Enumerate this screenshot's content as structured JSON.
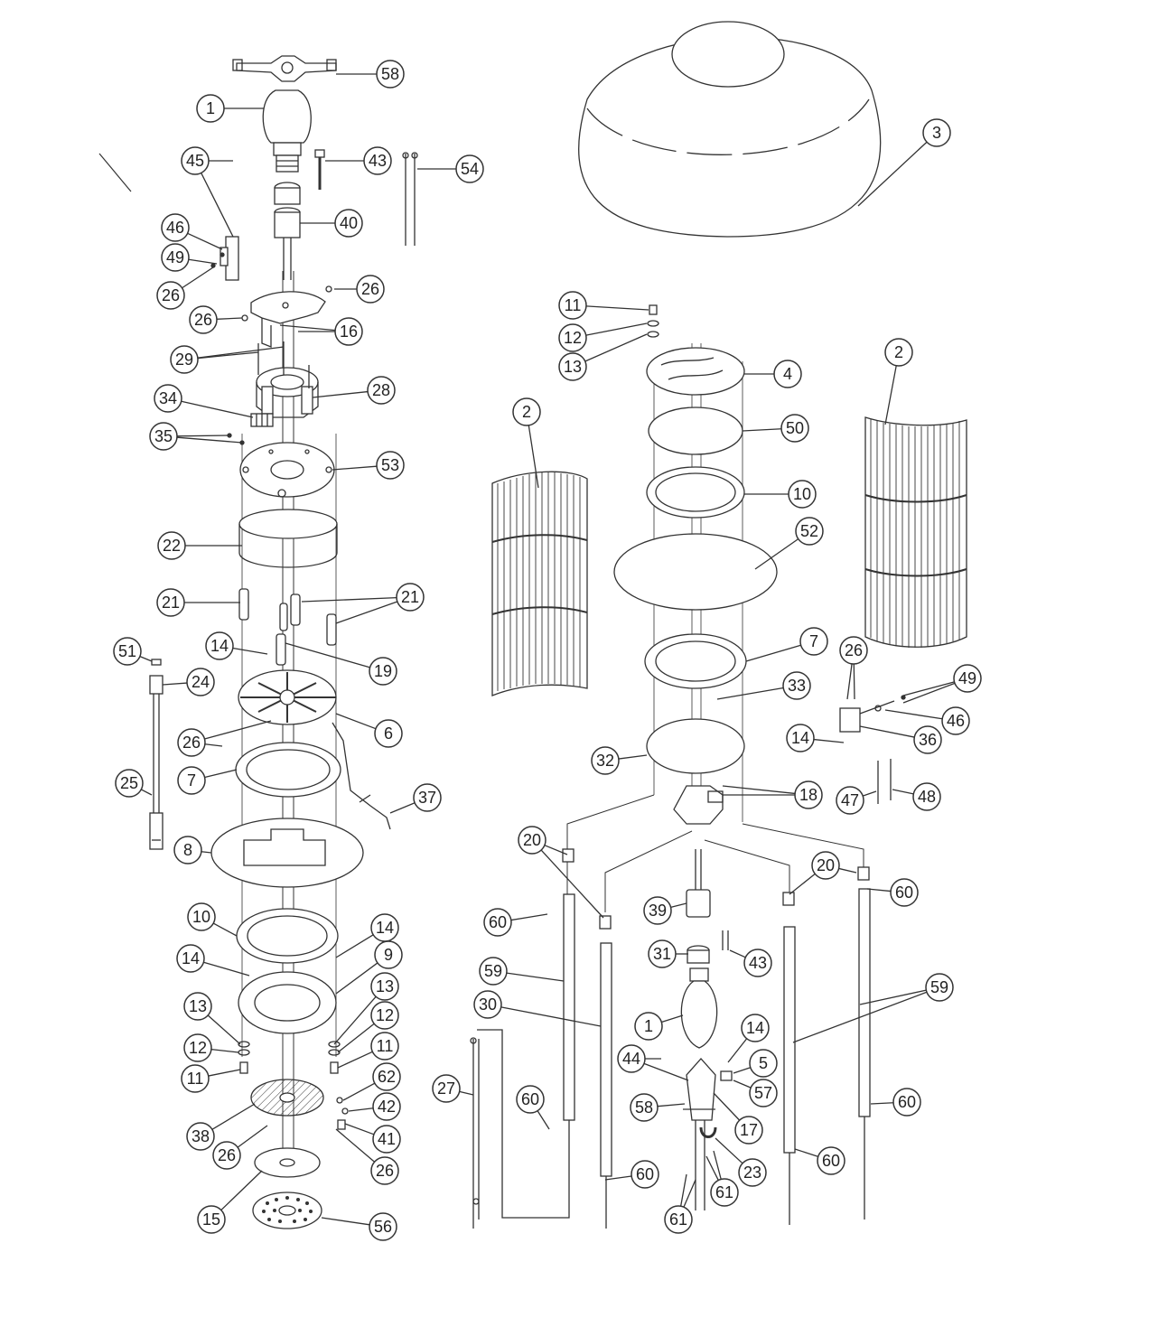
{
  "diagram": {
    "type": "exploded-parts-diagram",
    "line_color": "#333333",
    "background": "#ffffff",
    "callouts": [
      {
        "id": "c58a",
        "label": "58"
      },
      {
        "id": "c1a",
        "label": "1"
      },
      {
        "id": "c43a",
        "label": "43"
      },
      {
        "id": "c54",
        "label": "54"
      },
      {
        "id": "c45",
        "label": "45"
      },
      {
        "id": "c40",
        "label": "40"
      },
      {
        "id": "c46a",
        "label": "46"
      },
      {
        "id": "c49a",
        "label": "49"
      },
      {
        "id": "c26a",
        "label": "26"
      },
      {
        "id": "c26b",
        "label": "26"
      },
      {
        "id": "c26c",
        "label": "26"
      },
      {
        "id": "c16",
        "label": "16"
      },
      {
        "id": "c29",
        "label": "29"
      },
      {
        "id": "c28",
        "label": "28"
      },
      {
        "id": "c34",
        "label": "34"
      },
      {
        "id": "c35",
        "label": "35"
      },
      {
        "id": "c53",
        "label": "53"
      },
      {
        "id": "c22",
        "label": "22"
      },
      {
        "id": "c21a",
        "label": "21"
      },
      {
        "id": "c21b",
        "label": "21"
      },
      {
        "id": "c14a",
        "label": "14"
      },
      {
        "id": "c19",
        "label": "19"
      },
      {
        "id": "c51",
        "label": "51"
      },
      {
        "id": "c24",
        "label": "24"
      },
      {
        "id": "c26d",
        "label": "26"
      },
      {
        "id": "c6",
        "label": "6"
      },
      {
        "id": "c25",
        "label": "25"
      },
      {
        "id": "c7a",
        "label": "7"
      },
      {
        "id": "c37",
        "label": "37"
      },
      {
        "id": "c8",
        "label": "8"
      },
      {
        "id": "c10a",
        "label": "10"
      },
      {
        "id": "c14b",
        "label": "14"
      },
      {
        "id": "c14c",
        "label": "14"
      },
      {
        "id": "c9",
        "label": "9"
      },
      {
        "id": "c13a",
        "label": "13"
      },
      {
        "id": "c13b",
        "label": "13"
      },
      {
        "id": "c12a",
        "label": "12"
      },
      {
        "id": "c12b",
        "label": "12"
      },
      {
        "id": "c11a",
        "label": "11"
      },
      {
        "id": "c11b",
        "label": "11"
      },
      {
        "id": "c62",
        "label": "62"
      },
      {
        "id": "c42",
        "label": "42"
      },
      {
        "id": "c38",
        "label": "38"
      },
      {
        "id": "c41",
        "label": "41"
      },
      {
        "id": "c26e",
        "label": "26"
      },
      {
        "id": "c26f",
        "label": "26"
      },
      {
        "id": "c15",
        "label": "15"
      },
      {
        "id": "c56",
        "label": "56"
      },
      {
        "id": "c3",
        "label": "3"
      },
      {
        "id": "c11c",
        "label": "11"
      },
      {
        "id": "c12c",
        "label": "12"
      },
      {
        "id": "c13c",
        "label": "13"
      },
      {
        "id": "c4",
        "label": "4"
      },
      {
        "id": "c50",
        "label": "50"
      },
      {
        "id": "c2a",
        "label": "2"
      },
      {
        "id": "c2b",
        "label": "2"
      },
      {
        "id": "c10b",
        "label": "10"
      },
      {
        "id": "c52",
        "label": "52"
      },
      {
        "id": "c7b",
        "label": "7"
      },
      {
        "id": "c26g",
        "label": "26"
      },
      {
        "id": "c49b",
        "label": "49"
      },
      {
        "id": "c33",
        "label": "33"
      },
      {
        "id": "c46b",
        "label": "46"
      },
      {
        "id": "c14d",
        "label": "14"
      },
      {
        "id": "c36",
        "label": "36"
      },
      {
        "id": "c32",
        "label": "32"
      },
      {
        "id": "c18",
        "label": "18"
      },
      {
        "id": "c47",
        "label": "47"
      },
      {
        "id": "c48",
        "label": "48"
      },
      {
        "id": "c20a",
        "label": "20"
      },
      {
        "id": "c20b",
        "label": "20"
      },
      {
        "id": "c60a",
        "label": "60"
      },
      {
        "id": "c60b",
        "label": "60"
      },
      {
        "id": "c39",
        "label": "39"
      },
      {
        "id": "c31",
        "label": "31"
      },
      {
        "id": "c43b",
        "label": "43"
      },
      {
        "id": "c59a",
        "label": "59"
      },
      {
        "id": "c59b",
        "label": "59"
      },
      {
        "id": "c30",
        "label": "30"
      },
      {
        "id": "c1b",
        "label": "1"
      },
      {
        "id": "c14e",
        "label": "14"
      },
      {
        "id": "c44",
        "label": "44"
      },
      {
        "id": "c5",
        "label": "5"
      },
      {
        "id": "c57",
        "label": "57"
      },
      {
        "id": "c27",
        "label": "27"
      },
      {
        "id": "c60c",
        "label": "60"
      },
      {
        "id": "c60d",
        "label": "60"
      },
      {
        "id": "c58b",
        "label": "58"
      },
      {
        "id": "c17",
        "label": "17"
      },
      {
        "id": "c23",
        "label": "23"
      },
      {
        "id": "c60e",
        "label": "60"
      },
      {
        "id": "c60f",
        "label": "60"
      },
      {
        "id": "c61a",
        "label": "61"
      },
      {
        "id": "c61b",
        "label": "61"
      }
    ]
  }
}
